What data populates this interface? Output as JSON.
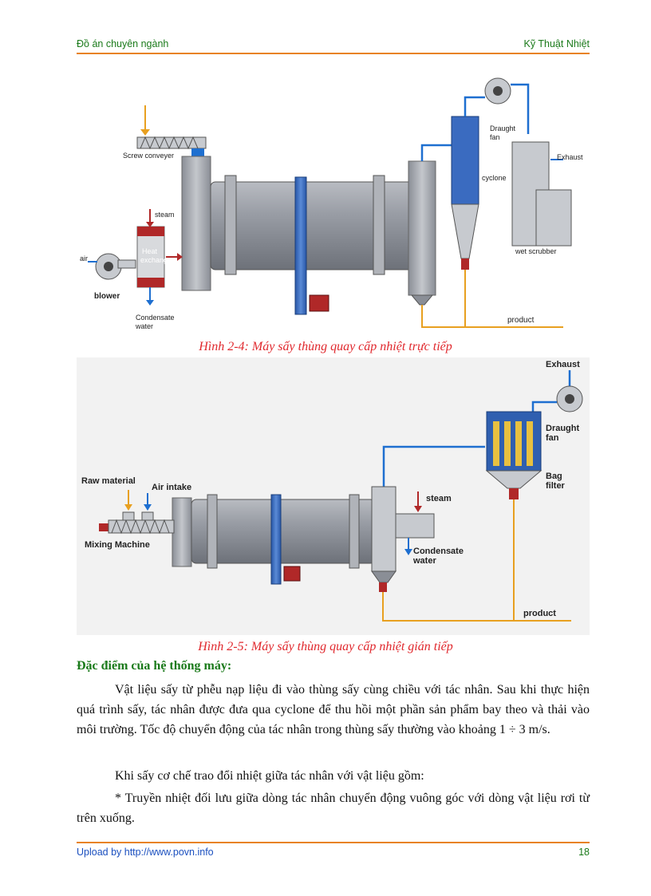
{
  "header": {
    "left": "Đồ án chuyên ngành",
    "right": "Kỹ Thuật Nhiệt"
  },
  "figure1": {
    "labels": {
      "screw_conveyer": "Screw conveyer",
      "steam": "steam",
      "air": "air",
      "heat_exchanger_1": "Heat",
      "heat_exchanger_2": "exchanger",
      "blower": "blower",
      "condensate_1": "Condensate",
      "condensate_2": "water",
      "draught_1": "Draught",
      "draught_2": "fan",
      "cyclone": "cyclone",
      "exhaust": "Exhaust",
      "wet_scrubber": "wet scrubber",
      "product": "product"
    },
    "caption": "Hình 2-4: Máy sấy thùng quay cấp nhiệt trực tiếp"
  },
  "figure2": {
    "labels": {
      "exhaust": "Exhaust",
      "draught_1": "Draught",
      "draught_2": "fan",
      "bag_1": "Bag",
      "bag_2": "filter",
      "raw_material": "Raw material",
      "air_intake": "Air intake",
      "steam": "steam",
      "mixing_machine": "Mixing Machine",
      "condensate_1": "Condensate",
      "condensate_2": "water",
      "product": "product"
    },
    "caption": "Hình 2-5: Máy sấy thùng quay cấp nhiệt gián tiếp"
  },
  "section_title": "Đặc điểm của hệ thống máy:",
  "paragraphs": [
    "Vật liệu sấy từ phễu nạp liệu đi vào thùng sấy cùng chiều với tác nhân. Sau khi thực hiện quá trình sấy, tác nhân được đưa qua cyclone để thu hồi một phần sản phẩm bay theo và thải vào môi trường. Tốc độ chuyển động của tác nhân trong thùng sấy thường vào khoảng 1 ÷ 3 m/s.",
    "Khi sấy cơ chế trao đổi nhiệt giữa tác nhân với vật liệu gồm:",
    "* Truyền nhiệt đối lưu giữa dòng tác nhân chuyển động vuông góc với dòng vật liệu rơi từ trên xuống."
  ],
  "footer": {
    "left": "Upload by http://www.povn.info",
    "right": "18"
  },
  "colors": {
    "header_text": "#1a7a1a",
    "rule": "#e8821e",
    "caption": "#e0282d",
    "footer_link": "#1a4fbf",
    "pipe_blue": "#1e6fd0",
    "pipe_orange": "#e8a020"
  }
}
